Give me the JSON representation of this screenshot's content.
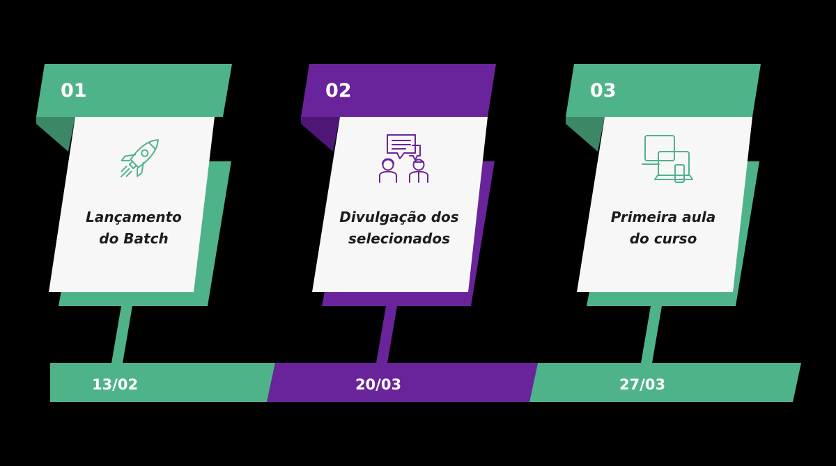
{
  "colors": {
    "green": "#4fb38a",
    "green_dark": "#3b8766",
    "green_shadow": "#2f7556",
    "purple": "#6a249b",
    "purple_dark": "#4d1677",
    "card": "#f7f7f7",
    "background": "#000000"
  },
  "steps": [
    {
      "number": "01",
      "title_line1": "Lançamento",
      "title_line2": "do Batch",
      "date": "13/02",
      "color": "green",
      "icon": "rocket-icon"
    },
    {
      "number": "02",
      "title_line1": "Divulgação dos",
      "title_line2": "selecionados",
      "date": "20/03",
      "color": "purple",
      "icon": "people-chat-icon"
    },
    {
      "number": "03",
      "title_line1": "Primeira aula",
      "title_line2": "do curso",
      "date": "27/03",
      "color": "green",
      "icon": "devices-icon"
    }
  ]
}
